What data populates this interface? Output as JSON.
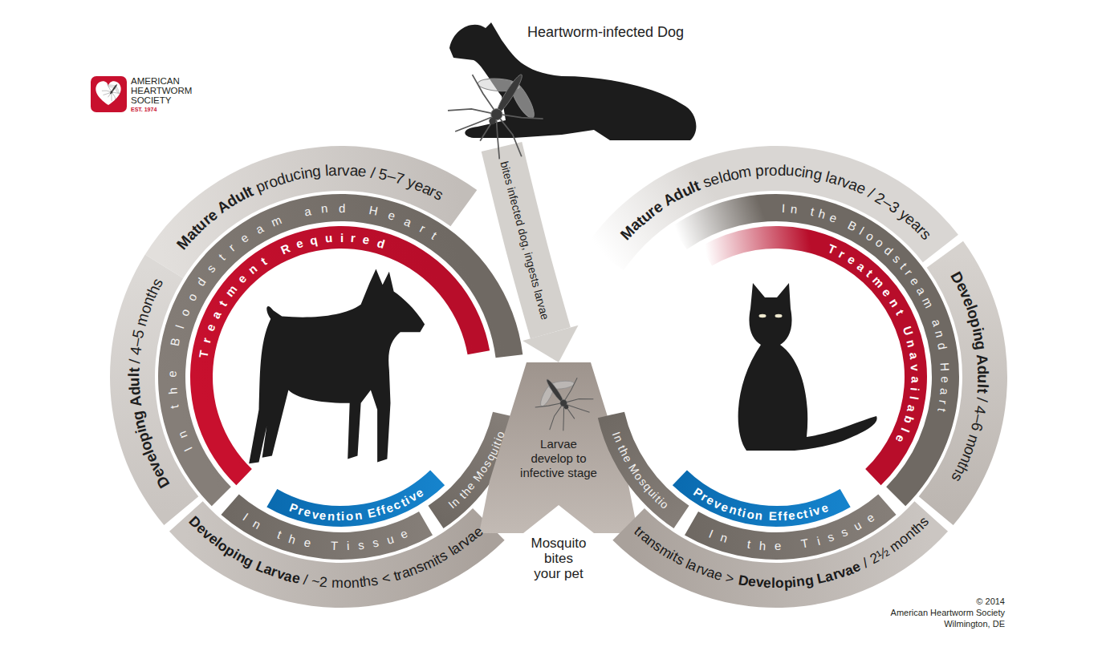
{
  "diagram": {
    "nodes": [
      {
        "text": [
          "Heartworm-infected Dog"
        ]
      },
      {
        "text": [
          "Mature Adult",
          "producing larvae / 5–7 years"
        ]
      },
      {
        "text": [
          "In the Bloodstream and Heart"
        ]
      },
      {
        "text": [
          "Treatment Required"
        ]
      },
      {
        "text": [
          "Developing Adult",
          "/ 4–5 months"
        ]
      },
      {
        "text": [
          "Prevention Effective"
        ]
      },
      {
        "text": [
          "In the Tissue"
        ]
      },
      {
        "text": [
          "Developing Larvae",
          "/ ~2 months < transmits larvae"
        ]
      },
      {
        "text": [
          "In the Mosquitio"
        ]
      },
      {
        "text": [
          "Larvae develop to infective stage"
        ]
      },
      {
        "text": [
          "In the Mosquitio"
        ]
      },
      {
        "text": [
          "Mature Adult",
          "seldom producing larvae / 2–3 years"
        ]
      },
      {
        "text": [
          "In the Bloodstream and Heart"
        ]
      },
      {
        "text": [
          "Treatment Unavailable"
        ]
      },
      {
        "text": [
          "Developing Adult",
          "/ 4–6 months"
        ]
      },
      {
        "text": [
          "Prevention Effective"
        ]
      },
      {
        "text": [
          "In the Tissue"
        ]
      },
      {
        "text": [
          "transmits larvae >",
          "Developing Larvae",
          "/ 2½ months"
        ]
      }
    ],
    "edges": [
      {
        "from": 0,
        "to": 9,
        "arrow": "to",
        "label": "bites infected dog, ingests larvae"
      }
    ],
    "labels": [
      "AMERICAN HEARTWORM SOCIETY",
      "EST. 1974",
      "Mosquito bites your pet",
      "© 2014",
      "American Heartworm Society",
      "Wilmington, DE"
    ]
  }
}
